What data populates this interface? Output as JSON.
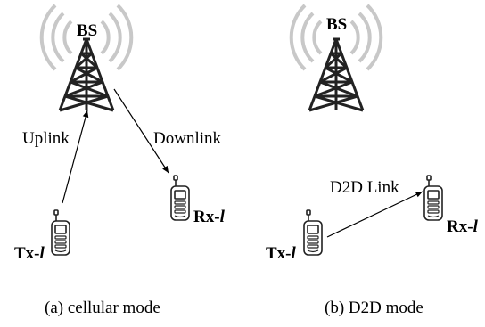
{
  "panels": [
    {
      "bs_label": "BS",
      "link1_label": "Uplink",
      "link2_label": "Downlink",
      "tx_label": {
        "prefix": "Tx-",
        "index": "l"
      },
      "rx_label": {
        "prefix": "Rx-",
        "index": "l"
      },
      "caption": "(a)  cellular mode"
    },
    {
      "bs_label": "BS",
      "link1_label": "D2D Link",
      "tx_label": {
        "prefix": "Tx-",
        "index": "l"
      },
      "rx_label": {
        "prefix": "Rx-",
        "index": "l"
      },
      "caption": "(b)  D2D mode"
    }
  ]
}
